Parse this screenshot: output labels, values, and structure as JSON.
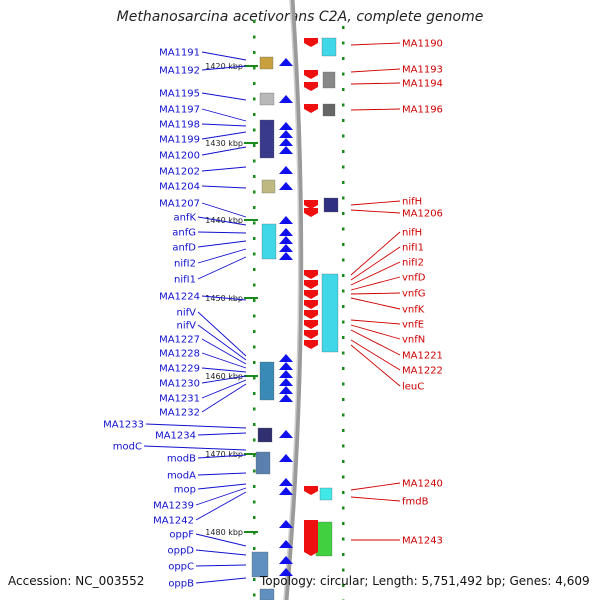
{
  "title": "Methanosarcina acetivorans C2A, complete genome",
  "footer": {
    "accession": "Accession: NC_003552",
    "summary": "Topology: circular; Length: 5,751,492 bp; Genes: 4,609"
  },
  "ruler": [
    "1420 kbp",
    "1430 kbp",
    "1440 kbp",
    "1450 kbp",
    "1460 kbp",
    "1470 kbp",
    "1480 kbp"
  ],
  "left_labels": [
    "MA1191",
    "MA1192",
    "MA1195",
    "MA1197",
    "MA1198",
    "MA1199",
    "MA1200",
    "MA1202",
    "MA1204",
    "MA1207",
    "anfK",
    "anfG",
    "anfD",
    "nifI2",
    "nifI1",
    "MA1224",
    "nifV",
    "nifV",
    "MA1227",
    "MA1228",
    "MA1229",
    "MA1230",
    "MA1231",
    "MA1232",
    "MA1233",
    "MA1234",
    "modC",
    "modB",
    "modA",
    "mop",
    "MA1239",
    "MA1242",
    "oppF",
    "oppD",
    "oppC",
    "oppB"
  ],
  "right_labels": [
    "MA1190",
    "MA1193",
    "MA1194",
    "MA1196",
    "nifH",
    "MA1206",
    "nifH",
    "nifI1",
    "nifI2",
    "vnfD",
    "vnfG",
    "vnfK",
    "vnfE",
    "vnfN",
    "MA1221",
    "MA1222",
    "leuC",
    "MA1240",
    "fmdB",
    "MA1243"
  ],
  "colors": {
    "left_label": "#1010d0",
    "right_label": "#d00000",
    "backbone": "#9a9a9a"
  }
}
